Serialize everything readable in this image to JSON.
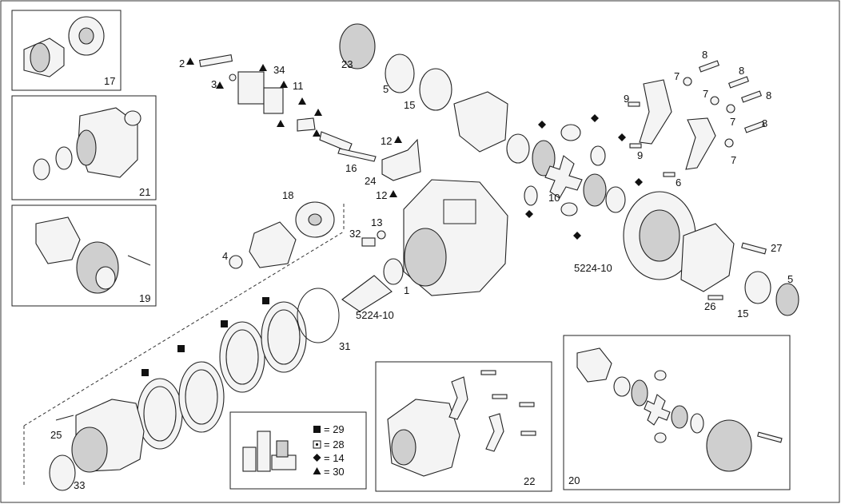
{
  "callouts": [
    {
      "id": "c2",
      "text": "2"
    },
    {
      "id": "c34",
      "text": "34"
    },
    {
      "id": "c3",
      "text": "3"
    },
    {
      "id": "c11",
      "text": "11"
    },
    {
      "id": "c23",
      "text": "23"
    },
    {
      "id": "c5a",
      "text": "5"
    },
    {
      "id": "c15a",
      "text": "15"
    },
    {
      "id": "c16",
      "text": "16"
    },
    {
      "id": "c12a",
      "text": "12"
    },
    {
      "id": "c24",
      "text": "24"
    },
    {
      "id": "c12b",
      "text": "12"
    },
    {
      "id": "c18",
      "text": "18"
    },
    {
      "id": "c13",
      "text": "13"
    },
    {
      "id": "c32",
      "text": "32"
    },
    {
      "id": "c4",
      "text": "4"
    },
    {
      "id": "c1",
      "text": "1"
    },
    {
      "id": "c31",
      "text": "31"
    },
    {
      "id": "c25",
      "text": "25"
    },
    {
      "id": "c33",
      "text": "33"
    },
    {
      "id": "c10",
      "text": "10"
    },
    {
      "id": "c6",
      "text": "6"
    },
    {
      "id": "c9a",
      "text": "9"
    },
    {
      "id": "c9b",
      "text": "9"
    },
    {
      "id": "c7a",
      "text": "7"
    },
    {
      "id": "c7b",
      "text": "7"
    },
    {
      "id": "c7c",
      "text": "7"
    },
    {
      "id": "c7d",
      "text": "7"
    },
    {
      "id": "c8a",
      "text": "8"
    },
    {
      "id": "c8b",
      "text": "8"
    },
    {
      "id": "c8c",
      "text": "8"
    },
    {
      "id": "c8d",
      "text": "8"
    },
    {
      "id": "c27",
      "text": "27"
    },
    {
      "id": "c5b",
      "text": "5"
    },
    {
      "id": "c26",
      "text": "26"
    },
    {
      "id": "c15b",
      "text": "15"
    }
  ],
  "refs": {
    "ref_left": "5224-10",
    "ref_right": "5224-10"
  },
  "panels": {
    "p17": "17",
    "p21": "21",
    "p19": "19",
    "p22": "22",
    "p20": "20"
  },
  "legend": [
    {
      "symbol": "square-filled",
      "text": "= 29"
    },
    {
      "symbol": "square-dotted",
      "text": "= 28"
    },
    {
      "symbol": "diamond",
      "text": "= 14"
    },
    {
      "symbol": "triangle",
      "text": "= 30"
    }
  ]
}
